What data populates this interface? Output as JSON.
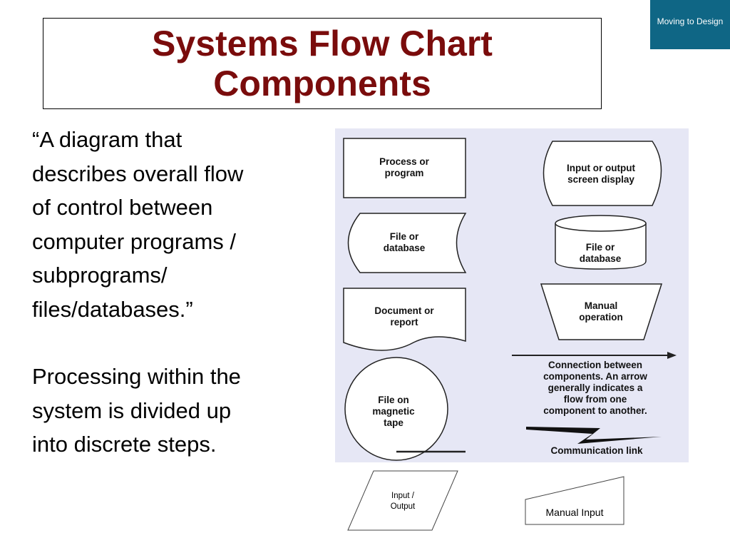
{
  "slide": {
    "title_line1": "Systems Flow Chart",
    "title_line2": "Components",
    "badge": "Moving to Design",
    "colors": {
      "title": "#7a0c0c",
      "badge_bg": "#0f6685",
      "diagram_bg": "#e6e7f5"
    }
  },
  "body": {
    "lines": [
      "“A diagram that",
      "describes overall flow",
      "of control between",
      "computer programs /",
      "subprograms/",
      "files/databases.”"
    ],
    "lines2": [
      "Processing within the",
      "system is divided up",
      "into discrete steps."
    ]
  },
  "diagram": {
    "process": [
      "Process or",
      "program"
    ],
    "io_screen": [
      "Input or output",
      "screen display"
    ],
    "file_db_left": [
      "File or",
      "database"
    ],
    "file_db_right": [
      "File or",
      "database"
    ],
    "document": [
      "Document or",
      "report"
    ],
    "manual_op": [
      "Manual",
      "operation"
    ],
    "connection": [
      "Connection between",
      "components. An arrow",
      "generally indicates a",
      "flow from one",
      "component to another."
    ],
    "tape": [
      "File on",
      "magnetic",
      "tape"
    ],
    "comm_link": "Communication link"
  },
  "extra": {
    "io": [
      "Input /",
      "Output"
    ],
    "manual_input": "Manual Input"
  }
}
